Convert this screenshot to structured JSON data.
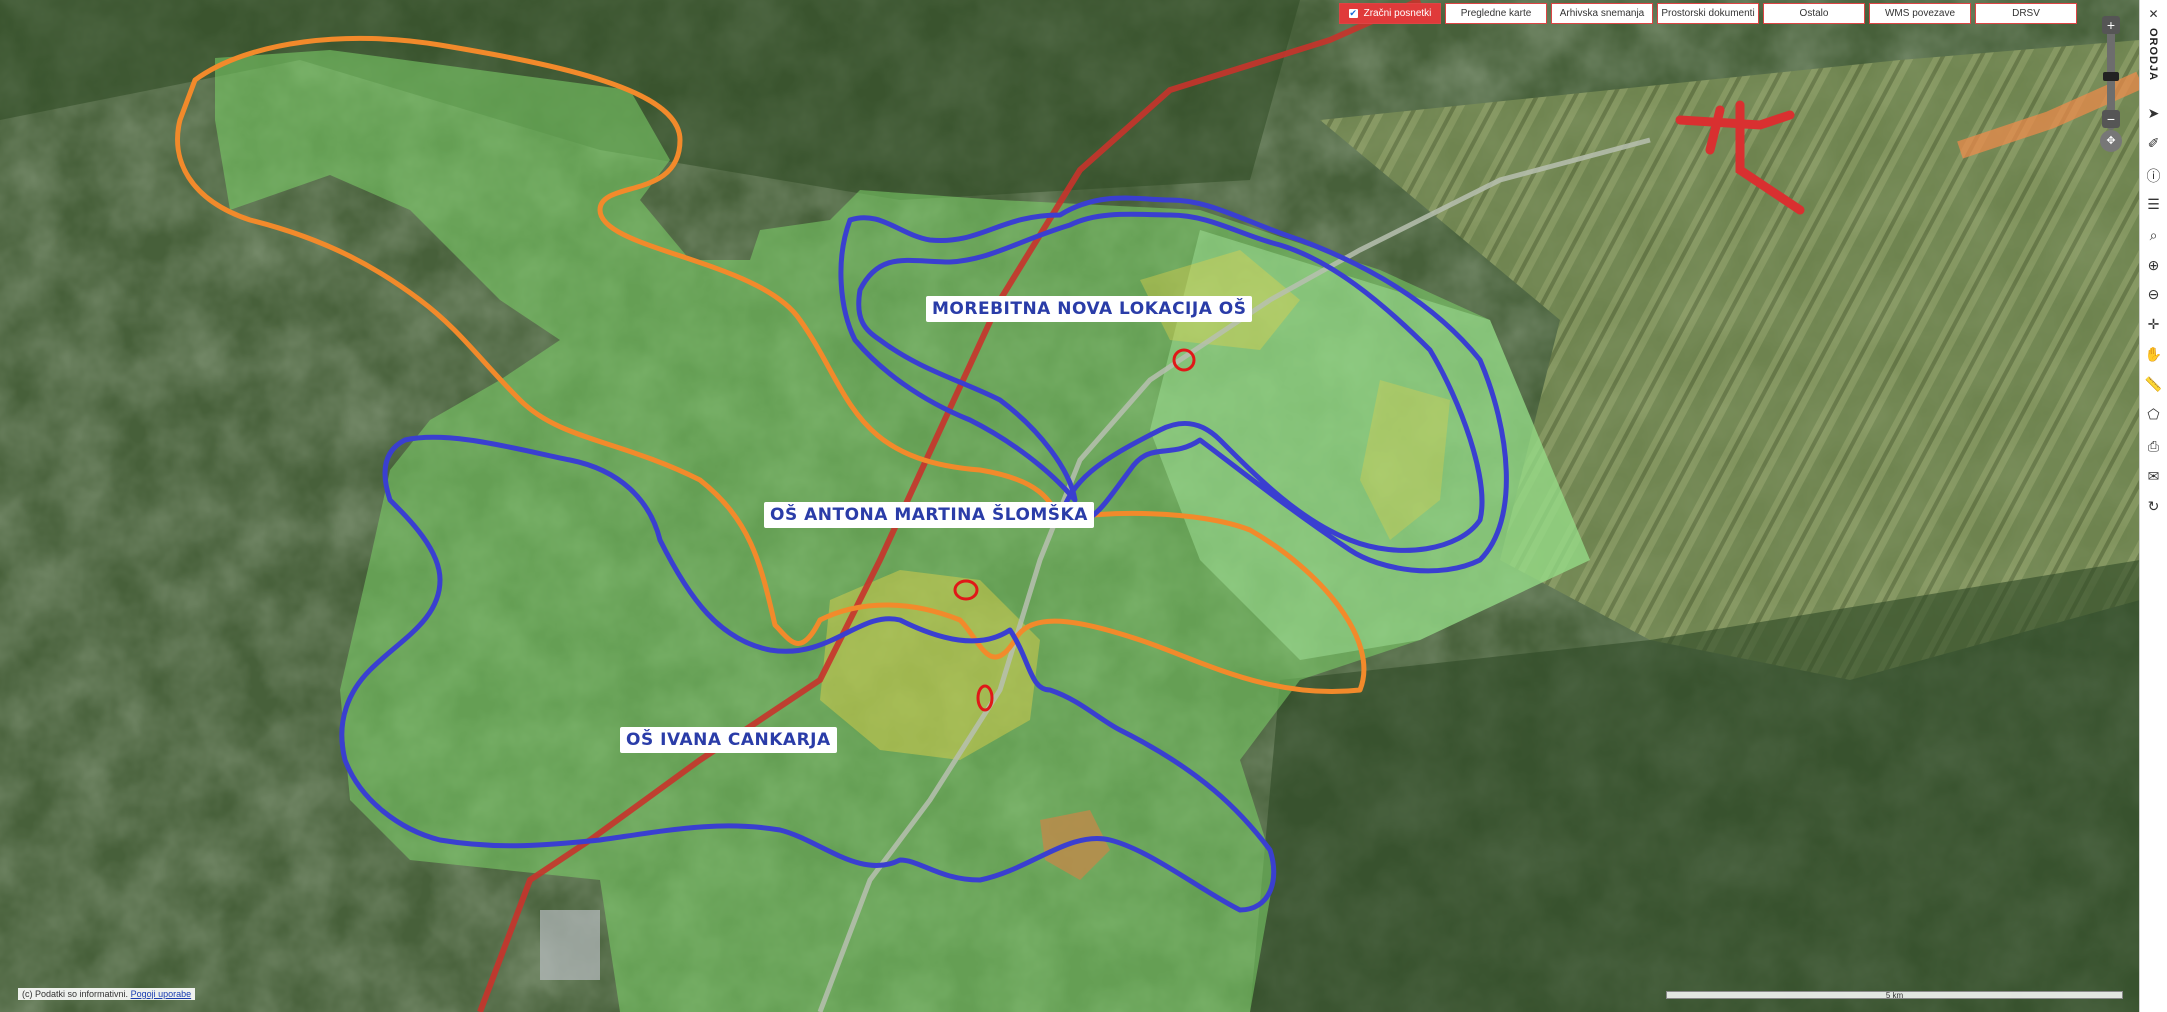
{
  "layer_tabs": [
    {
      "label": "Zračni posnetki",
      "active": true
    },
    {
      "label": "Pregledne karte",
      "active": false
    },
    {
      "label": "Arhivska snemanja",
      "active": false
    },
    {
      "label": "Prostorski dokumenti",
      "active": false
    },
    {
      "label": "Ostalo",
      "active": false
    },
    {
      "label": "WMS povezave",
      "active": false
    },
    {
      "label": "DRSV",
      "active": false
    }
  ],
  "toolbar": {
    "title": "ORODJA",
    "tools": [
      "select-arrow-icon",
      "feature-select-icon",
      "info-icon",
      "legend-icon",
      "search-icon",
      "zoom-in-icon",
      "zoom-out-icon",
      "full-extent-icon",
      "pan-hand-icon",
      "measure-distance-icon",
      "measure-area-icon",
      "print-icon",
      "email-icon",
      "refresh-icon"
    ]
  },
  "map_labels": {
    "school_new": "MOREBITNA NOVA LOKACIJA OŠ",
    "school_slomska": "OŠ ANTONA MARTINA ŠLOMŠKA",
    "school_cankar": "OŠ IVANA CANKARJA"
  },
  "footer": {
    "copyright": "(c) Podatki so informativni.",
    "terms_link": "Pogoji uporabe",
    "scale": "5 km"
  },
  "colors": {
    "accent_tab": "#e03a3a",
    "district_blue": "#3a3fd0",
    "district_orange": "#f28a2b",
    "road_red": "#c8332b",
    "zone_green": "#7ed36a"
  }
}
